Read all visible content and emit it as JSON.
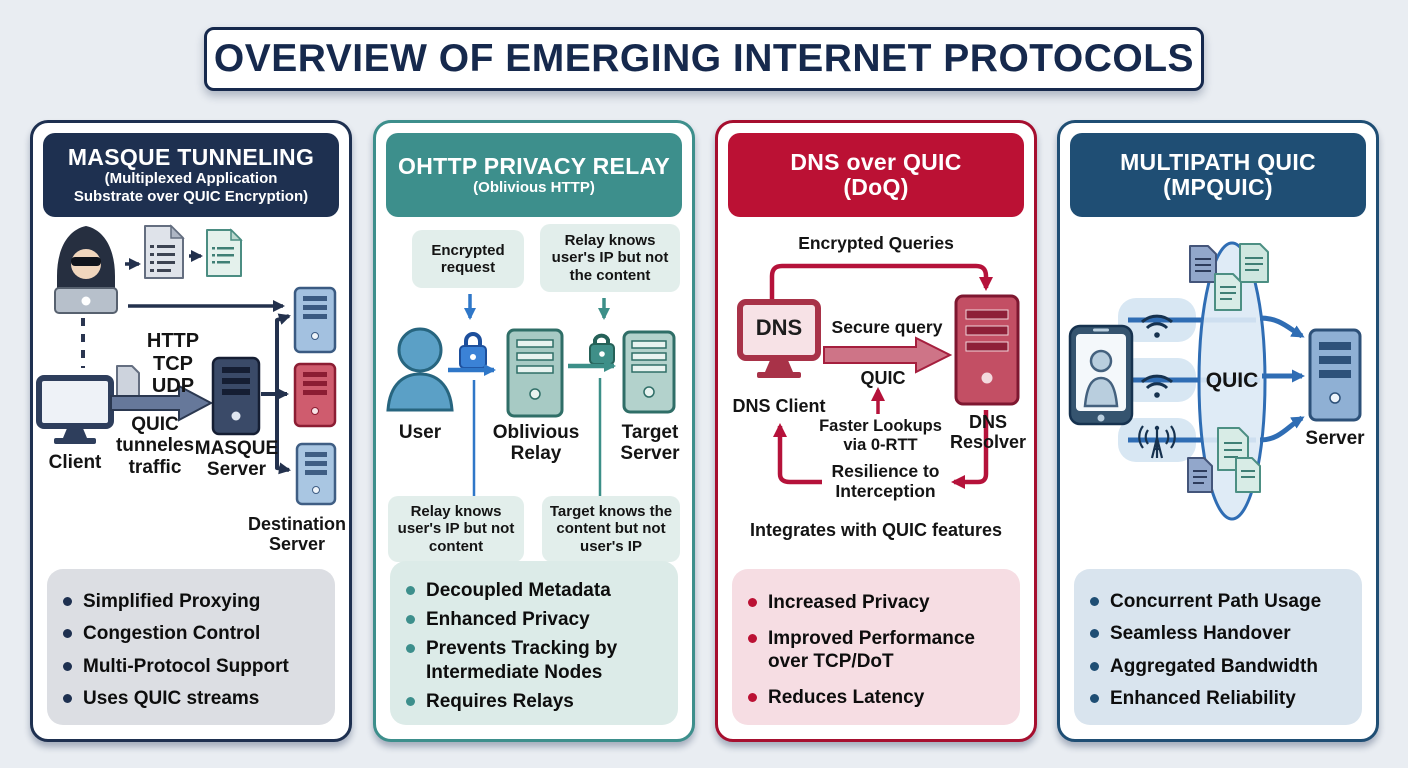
{
  "title": "OVERVIEW OF EMERGING INTERNET PROTOCOLS",
  "masque": {
    "title": "MASQUE TUNNELING",
    "subtitle_1": "(Multiplexed Application",
    "subtitle_2": "Substrate over QUIC Encryption)",
    "http": "HTTP",
    "tcp": "TCP",
    "udp": "UDP",
    "client": "Client",
    "tunnel_1": "QUIC",
    "tunnel_2": "tunneles",
    "tunnel_3": "traffic",
    "server_1": "MASQUE",
    "server_2": "Server",
    "dest_1": "Destination",
    "dest_2": "Server",
    "bullets": [
      "Simplified Proxying",
      "Congestion Control",
      "Multi-Protocol Support",
      "Uses QUIC streams"
    ]
  },
  "ohttp": {
    "title": "OHTTP PRIVACY RELAY",
    "subtitle": "(Oblivious HTTP)",
    "callout_top_left": "Encrypted request",
    "callout_top_right": "Relay knows user's IP but not the content",
    "callout_bottom_left": "Relay knows user's IP but not content",
    "callout_bottom_right": "Target knows the content but not user's IP",
    "user": "User",
    "relay_1": "Oblivious",
    "relay_2": "Relay",
    "target_1": "Target",
    "target_2": "Server",
    "bullets": [
      "Decoupled Metadata",
      "Enhanced Privacy",
      "Prevents Tracking by Intermediate Nodes",
      "Requires Relays"
    ]
  },
  "doq": {
    "title": "DNS over QUIC",
    "subtitle": "(DoQ)",
    "encrypted_queries": "Encrypted Queries",
    "dns": "DNS",
    "dns_client": "DNS Client",
    "secure_query": "Secure query",
    "quic": "QUIC",
    "faster_1": "Faster Lookups",
    "faster_2": "via 0-RTT",
    "resolver_1": "DNS",
    "resolver_2": "Resolver",
    "resilience_1": "Resilience to",
    "resilience_2": "Interception",
    "integrates": "Integrates with QUIC features",
    "bullets": [
      "Increased Privacy",
      "Improved Performance over TCP/DoT",
      "Reduces Latency"
    ]
  },
  "mpquic": {
    "title": "MULTIPATH QUIC",
    "subtitle": "(MPQUIC)",
    "quic": "QUIC",
    "server": "Server",
    "bullets": [
      "Concurrent Path Usage",
      "Seamless Handover",
      "Aggregated Bandwidth",
      "Enhanced Reliability"
    ]
  },
  "colors": {
    "navy": "#1e3050",
    "teal": "#3d8f8c",
    "crimson": "#bb1134",
    "steel": "#1f4e74"
  }
}
